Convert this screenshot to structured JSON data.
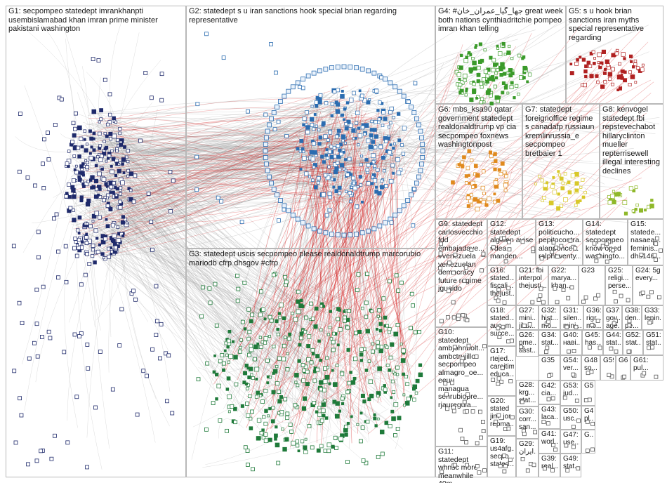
{
  "graph": {
    "groups": [
      {
        "id": "G1",
        "label": "G1: secpompeo statedept imrankhanpti usembislamabad khan imran prime minister pakistani washington",
        "color": "#1f2a6b"
      },
      {
        "id": "G2",
        "label": "G2: statedept s u iran sanctions hook special brian regarding representative",
        "color": "#2b6cb0"
      },
      {
        "id": "G3",
        "label": "G3: statedept uscis secpompeo please realdonaldtrump marcorubio mariodb cfrp dhsgov #cfrp",
        "color": "#1f7a3a"
      },
      {
        "id": "G4",
        "label": "G4: #جها_گیا_عمران_خان great week both nations cynthiadritchie pompeo imran khan telling",
        "color": "#3a9a2a"
      },
      {
        "id": "G5",
        "label": "G5: s u hook brian sanctions iran myths special representative regarding",
        "color": "#b02020"
      },
      {
        "id": "G6",
        "label": "G6: mbs_ksa90 qatar government statedept realdonaldtrump vp cia secpompeo foxnews washingtonpost",
        "color": "#e08a1e"
      },
      {
        "id": "G7",
        "label": "G7: statedept foreignoffice regime s canadafp russiaun kremlinrussia_e secpompeo bretbaier 1",
        "color": "#d8c82a"
      },
      {
        "id": "G8",
        "label": "G8: kenvogel statedept fbi repstevechabot hillaryclinton mueller repterrisewell illegal interesting declines",
        "color": "#8fb82a"
      },
      {
        "id": "G9",
        "label": "G9: statedept carlosvecchio fdd embajadave... #venezuela venezuelan democracy future regime jguaido",
        "color": "#888888"
      },
      {
        "id": "G10",
        "label": "G10: statedept ambjohnbolt... ambctrujillo secpompeo almagro_oe... eeuu managua senrubiopre... rjaureguia...",
        "color": "#888888"
      },
      {
        "id": "G11",
        "label": "G11: statedept whnsc more meanwhile 40m...",
        "color": "#888888"
      },
      {
        "id": "G12",
        "label": "G12: statedept alguien avise #dea manden...",
        "color": "#888888"
      },
      {
        "id": "G13",
        "label": "G13: politicucho... pepitocontra... alanponce... ralphtwenty...",
        "color": "#888888"
      },
      {
        "id": "G14",
        "label": "G14: statedept secpompeo know oped washingto...",
        "color": "#888888"
      },
      {
        "id": "G15",
        "label": "G15: statede... nasaea... feminis... dhs146...",
        "color": "#888888"
      },
      {
        "id": "G16",
        "label": "G16: stated... fiscali... thejust...",
        "color": "#888888"
      },
      {
        "id": "G17",
        "label": "G17: rtejed... caroitim educa...",
        "color": "#888888"
      },
      {
        "id": "G18",
        "label": "G18: stated... auc_m... succe...",
        "color": "#888888"
      },
      {
        "id": "G19",
        "label": "G19: us4afg... secpo... stated...",
        "color": "#888888"
      },
      {
        "id": "G20",
        "label": "G20: stated jim_jor... repma...",
        "color": "#888888"
      },
      {
        "id": "G21",
        "label": "G21: fbi interpol thejusti...",
        "color": "#888888"
      },
      {
        "id": "G22",
        "label": "G22: marya... khan...",
        "color": "#888888"
      },
      {
        "id": "G23",
        "label": "G23",
        "color": "#888888"
      },
      {
        "id": "G25",
        "label": "G25: religi... perse...",
        "color": "#888888"
      },
      {
        "id": "G24",
        "label": "G24: 5g every...",
        "color": "#888888"
      },
      {
        "id": "G26",
        "label": "G26: pme... asst...",
        "color": "#888888"
      },
      {
        "id": "G27",
        "label": "G27: mini... jiku...",
        "color": "#888888"
      },
      {
        "id": "G28",
        "label": "G28: krg... stat...",
        "color": "#888888"
      },
      {
        "id": "G29",
        "label": "G29: ایران...",
        "color": "#888888"
      },
      {
        "id": "G30",
        "label": "G30: corr... san...",
        "color": "#888888"
      },
      {
        "id": "G31",
        "label": "G31: silen... mini...",
        "color": "#888888"
      },
      {
        "id": "G32",
        "label": "G32: hist... mo...",
        "color": "#888888"
      },
      {
        "id": "G33",
        "label": "G33: lenin...",
        "color": "#888888"
      },
      {
        "id": "G34",
        "label": "G34: stat...",
        "color": "#888888"
      },
      {
        "id": "G35",
        "label": "G35",
        "color": "#888888"
      },
      {
        "id": "G36",
        "label": "G36: rigr... mb...",
        "color": "#888888"
      },
      {
        "id": "G37",
        "label": "G37: gov... age...",
        "color": "#888888"
      },
      {
        "id": "G38",
        "label": "G38: den... pe...",
        "color": "#888888"
      },
      {
        "id": "G39",
        "label": "G39: real...",
        "color": "#888888"
      },
      {
        "id": "G40",
        "label": "G40: наві...",
        "color": "#888888"
      },
      {
        "id": "G41",
        "label": "G41: worl...",
        "color": "#888888"
      },
      {
        "id": "G42",
        "label": "G42: cia...",
        "color": "#888888"
      },
      {
        "id": "G43",
        "label": "G43: laca...",
        "color": "#888888"
      },
      {
        "id": "G44",
        "label": "G44: stat...",
        "color": "#888888"
      },
      {
        "id": "G45",
        "label": "G45: has...",
        "color": "#888888"
      },
      {
        "id": "G46",
        "label": "G46: pl...",
        "color": "#888888"
      },
      {
        "id": "G47",
        "label": "G47: use...",
        "color": "#888888"
      },
      {
        "id": "G48",
        "label": "G48: so...",
        "color": "#888888"
      },
      {
        "id": "G49",
        "label": "G49: stat...",
        "color": "#888888"
      },
      {
        "id": "G50",
        "label": "G50: usc...",
        "color": "#888888"
      },
      {
        "id": "G51",
        "label": "G51: stat...",
        "color": "#888888"
      },
      {
        "id": "G52",
        "label": "G52: stat...",
        "color": "#888888"
      },
      {
        "id": "G53",
        "label": "G53: jud...",
        "color": "#888888"
      },
      {
        "id": "G54",
        "label": "G54: ver...",
        "color": "#888888"
      },
      {
        "id": "G55",
        "label": "G55",
        "color": "#888888"
      },
      {
        "id": "G56",
        "label": "G6...",
        "color": "#888888"
      },
      {
        "id": "G59",
        "label": "G59",
        "color": "#888888"
      },
      {
        "id": "G61",
        "label": "G61: pul...",
        "color": "#888888"
      },
      {
        "id": "G66",
        "label": "G...",
        "color": "#888888"
      }
    ]
  }
}
